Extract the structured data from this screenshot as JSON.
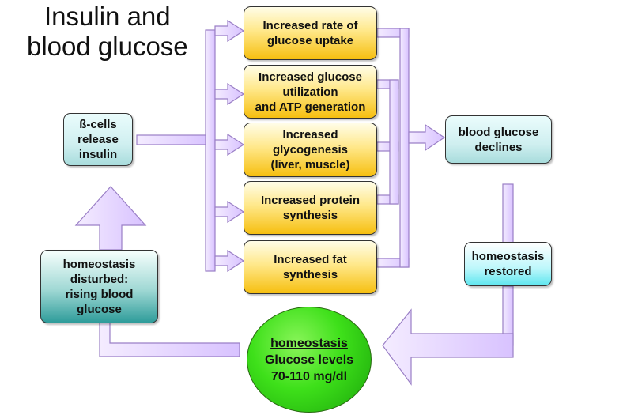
{
  "title": "Insulin and\nblood glucose",
  "beta_cells": "ß-cells\nrelease\ninsulin",
  "effects": [
    "Increased rate of\nglucose uptake",
    "Increased glucose\nutilization\nand ATP generation",
    "Increased\nglycogenesis\n(liver, muscle)",
    "Increased protein\nsynthesis",
    "Increased fat\nsynthesis"
  ],
  "result": "blood glucose\ndeclines",
  "restored": "homeostasis\nrestored",
  "disturbed": "homeostasis\ndisturbed:\nrising blood\nglucose",
  "center": {
    "heading": "homeostasis",
    "line1": "Glucose levels",
    "line2": "70-110 mg/dl"
  },
  "colors": {
    "arrow_fill": "#e6d2ff",
    "arrow_stroke": "#9a7fc6",
    "effect_box": "#ffe080",
    "green_circle": "#3ee01a"
  }
}
